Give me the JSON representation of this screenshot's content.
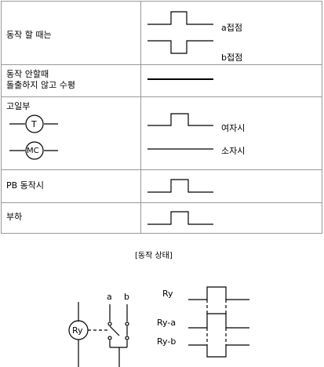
{
  "table": {
    "rows": [
      {
        "label": "동작 할 때는",
        "notes": [
          "a접점",
          "b접점"
        ]
      },
      {
        "label_lines": [
          "동작 안할때",
          "돌출하지 않고 수평"
        ]
      },
      {
        "label": "고일부",
        "symbols": [
          "T",
          "MC"
        ],
        "notes": [
          "여자시",
          "소자시"
        ]
      },
      {
        "label": "PB 동작시"
      },
      {
        "label": "부하"
      }
    ]
  },
  "caption": "[동작 상태]",
  "circuit": {
    "coil_label": "Ry",
    "contact_a": "a",
    "contact_b": "b"
  },
  "timing": {
    "signals": [
      "Ry",
      "Ry-a",
      "Ry-b"
    ]
  }
}
